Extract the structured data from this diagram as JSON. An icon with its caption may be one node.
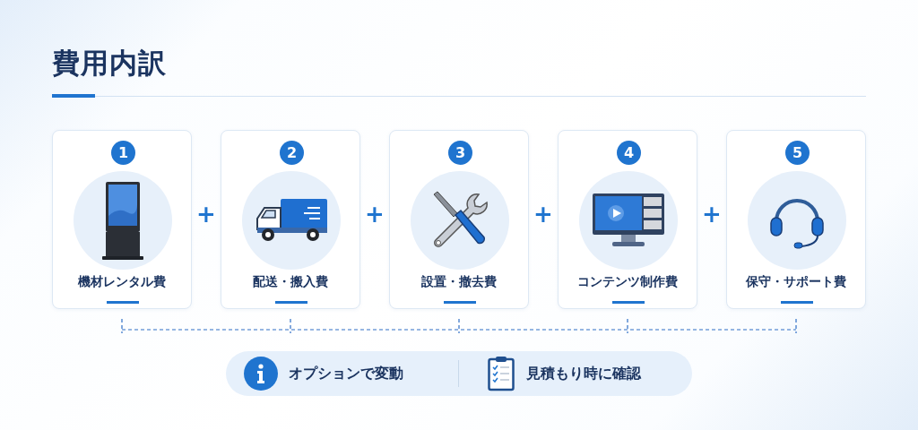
{
  "diagram": {
    "title": "費用内訳",
    "nodes": [
      {
        "text": [
          "1",
          "機材レンタル費"
        ]
      },
      {
        "text": [
          "2",
          "配送・搬入費"
        ]
      },
      {
        "text": [
          "3",
          "設置・撤去費"
        ]
      },
      {
        "text": [
          "4",
          "コンテンツ制作費"
        ]
      },
      {
        "text": [
          "5",
          "保守・サポート費"
        ]
      },
      {
        "text": [
          "オプションで変動",
          "見積もり時に確認"
        ]
      }
    ],
    "edges": [],
    "labels": [
      "+",
      "+",
      "+",
      "+"
    ]
  }
}
